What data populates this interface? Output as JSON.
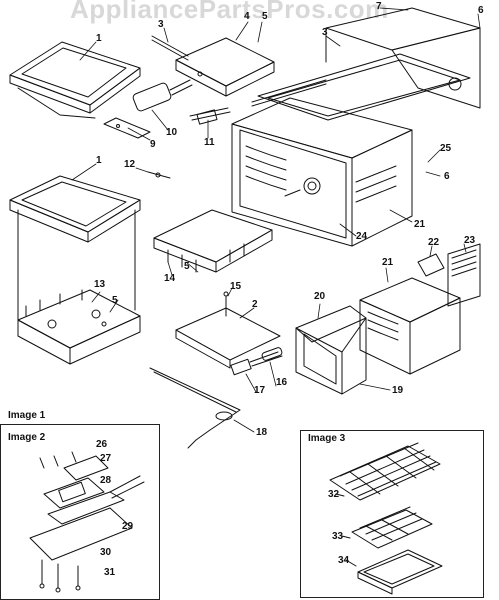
{
  "watermark": "AppliancePartsPros.com",
  "sections": {
    "image1": "Image 1",
    "image2": "Image 2",
    "image3": "Image 3"
  },
  "callouts": {
    "c1a": "1",
    "c1b": "1",
    "c2": "2",
    "c3a": "3",
    "c3b": "3",
    "c4": "4",
    "c5a": "5",
    "c5b": "5",
    "c5c": "5",
    "c6a": "6",
    "c6b": "6",
    "c7": "7",
    "c9": "9",
    "c10": "10",
    "c11": "11",
    "c12": "12",
    "c13": "13",
    "c14": "14",
    "c15": "15",
    "c16": "16",
    "c17": "17",
    "c18": "18",
    "c19": "19",
    "c20": "20",
    "c21a": "21",
    "c21b": "21",
    "c22": "22",
    "c23": "23",
    "c24": "24",
    "c25": "25",
    "c26": "26",
    "c27": "27",
    "c28": "28",
    "c29": "29",
    "c30": "30",
    "c31": "31",
    "c32": "32",
    "c33": "33",
    "c34": "34"
  }
}
